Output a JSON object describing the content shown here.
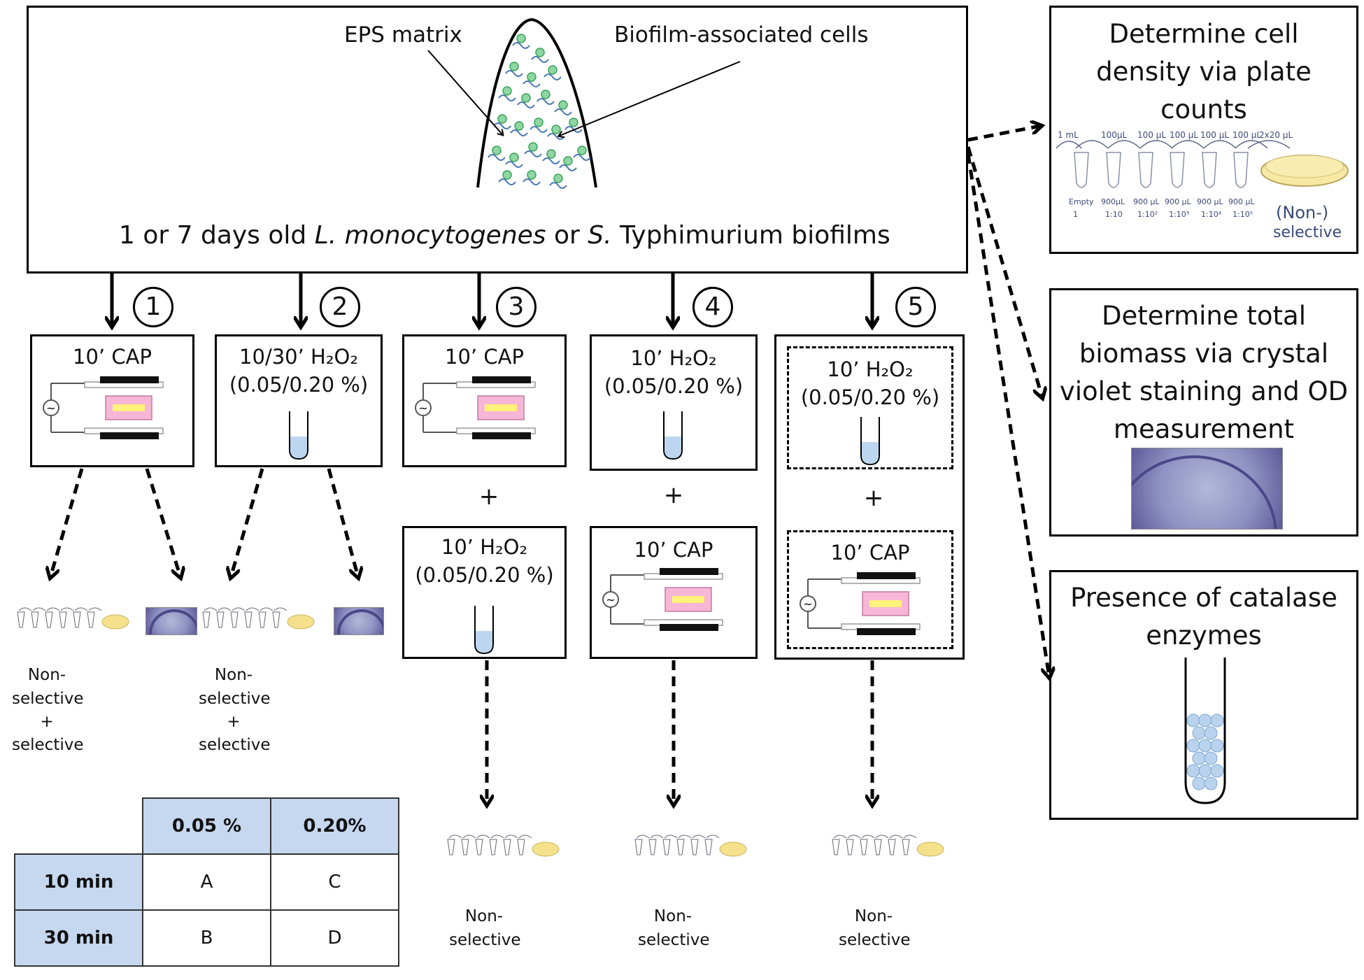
{
  "top_box": {
    "eps_label": "EPS matrix",
    "cells_label": "Biofilm-associated cells",
    "caption_part1": "1 or 7 days old ",
    "caption_italic1": "L. monocytogenes",
    "caption_part2": " or ",
    "caption_italic2": "S.",
    "caption_part3": " Typhimurium biofilms"
  },
  "steps": [
    {
      "number": "1"
    },
    {
      "number": "2"
    },
    {
      "number": "3"
    },
    {
      "number": "4"
    },
    {
      "number": "5"
    }
  ],
  "treatments": {
    "cap": "10’ CAP",
    "h2o2_1030": "10/30’ H₂O₂",
    "h2o2_10": "10’ H₂O₂",
    "conc": "(0.05/0.20 %)",
    "plus": "+"
  },
  "outcomes": {
    "nonselective_line1": "Non-",
    "nonselective_line2": "selective",
    "plus_symbol": "+",
    "selective": "selective"
  },
  "dilution": {
    "volumes": [
      "1 mL",
      "100µL",
      "100 µL",
      "100 µL",
      "100 µL",
      "100 µL",
      "2x20 µL"
    ],
    "diluents": [
      "Empty",
      "900µL",
      "900 µL",
      "900 µL",
      "900 µL",
      "900 µL"
    ],
    "ratios": [
      "1",
      "1:10",
      "1:10²",
      "1:10³",
      "1:10⁴",
      "1:10⁵"
    ],
    "plate_label_1": "(Non-)",
    "plate_label_2": "selective"
  },
  "side_panels": {
    "cell_density": [
      "Determine cell",
      "density via plate",
      "counts"
    ],
    "biomass": [
      "Determine total",
      "biomass via crystal",
      "violet staining and OD",
      "measurement"
    ],
    "catalase": [
      "Presence of catalase",
      "enzymes"
    ]
  },
  "table": {
    "col_headers": [
      "0.05 %",
      "0.20%"
    ],
    "rows": [
      {
        "label": "10 min",
        "cells": [
          "A",
          "C"
        ]
      },
      {
        "label": "30 min",
        "cells": [
          "B",
          "D"
        ]
      }
    ]
  }
}
